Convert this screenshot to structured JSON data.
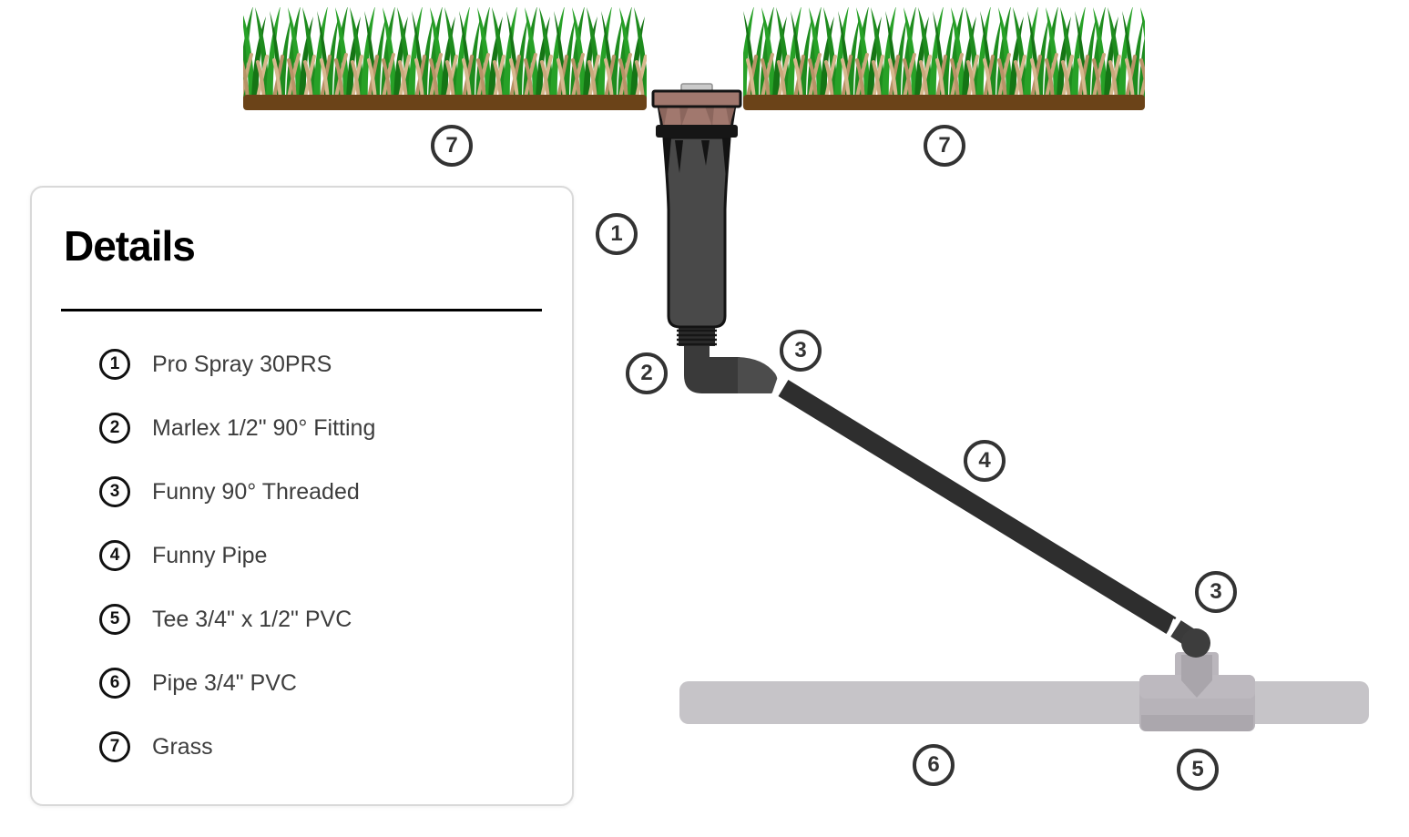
{
  "panel": {
    "title": "Details",
    "items": [
      {
        "num": "1",
        "label": "Pro Spray 30PRS"
      },
      {
        "num": "2",
        "label": "Marlex 1/2\" 90° Fitting"
      },
      {
        "num": "3",
        "label": "Funny 90° Threaded"
      },
      {
        "num": "4",
        "label": "Funny Pipe"
      },
      {
        "num": "5",
        "label": "Tee 3/4\" x 1/2\" PVC"
      },
      {
        "num": "6",
        "label": "Pipe 3/4\" PVC"
      },
      {
        "num": "7",
        "label": "Grass"
      }
    ]
  },
  "diagram": {
    "callouts": [
      {
        "num": "7",
        "target": "grass-left"
      },
      {
        "num": "7",
        "target": "grass-right"
      },
      {
        "num": "1",
        "target": "pro-spray-30prs"
      },
      {
        "num": "2",
        "target": "marlex-90-fitting"
      },
      {
        "num": "3",
        "target": "funny-90-threaded-upper"
      },
      {
        "num": "4",
        "target": "funny-pipe"
      },
      {
        "num": "3",
        "target": "funny-90-threaded-lower"
      },
      {
        "num": "6",
        "target": "pipe-34-pvc"
      },
      {
        "num": "5",
        "target": "tee-34-12-pvc"
      }
    ],
    "colors": {
      "grass_green": "#1e8c1e",
      "grass_green_light": "#27a127",
      "grass_green_dark": "#157515",
      "thatch_tan": "#c9a87c",
      "soil_brown": "#6b4318",
      "sprinkler_cap": "#a1786e",
      "sprinkler_body": "#484848",
      "fitting_dark": "#3a3a3a",
      "funny_pipe": "#2e2e2e",
      "pvc_pipe": "#c6c4c8",
      "pvc_tee": "#b7b3b9",
      "callout_stroke": "#333333"
    }
  }
}
